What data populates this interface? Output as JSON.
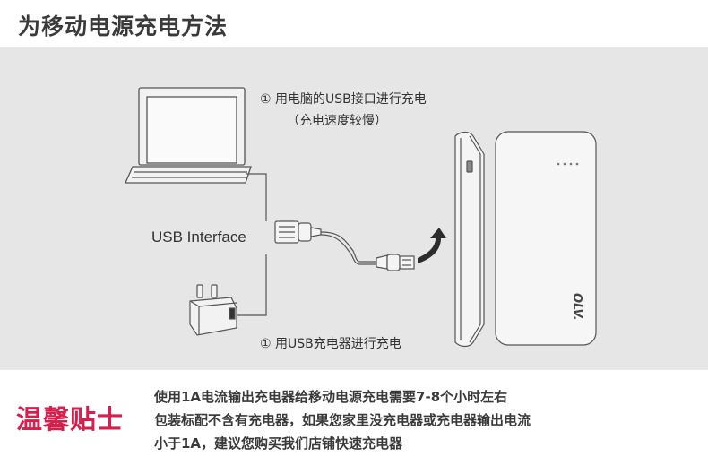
{
  "header": {
    "title": "为移动电源充电方法"
  },
  "diagram": {
    "method_pc": "① 用电脑的USB接口进行充电",
    "method_pc_note": "（充电速度较慢）",
    "usb_interface_label": "USB Interface",
    "method_charger": "① 用USB充电器进行充电",
    "brand_text": "OLV."
  },
  "tips": {
    "heading": "温馨贴士",
    "lines": [
      "使用1A电流输出充电器给移动电源充电需要7-8个小时左右",
      "包装标配不含有充电器，如果您家里没充电器或充电器输出电流",
      "小于1A，建议您购买我们店铺快速充电器"
    ]
  }
}
